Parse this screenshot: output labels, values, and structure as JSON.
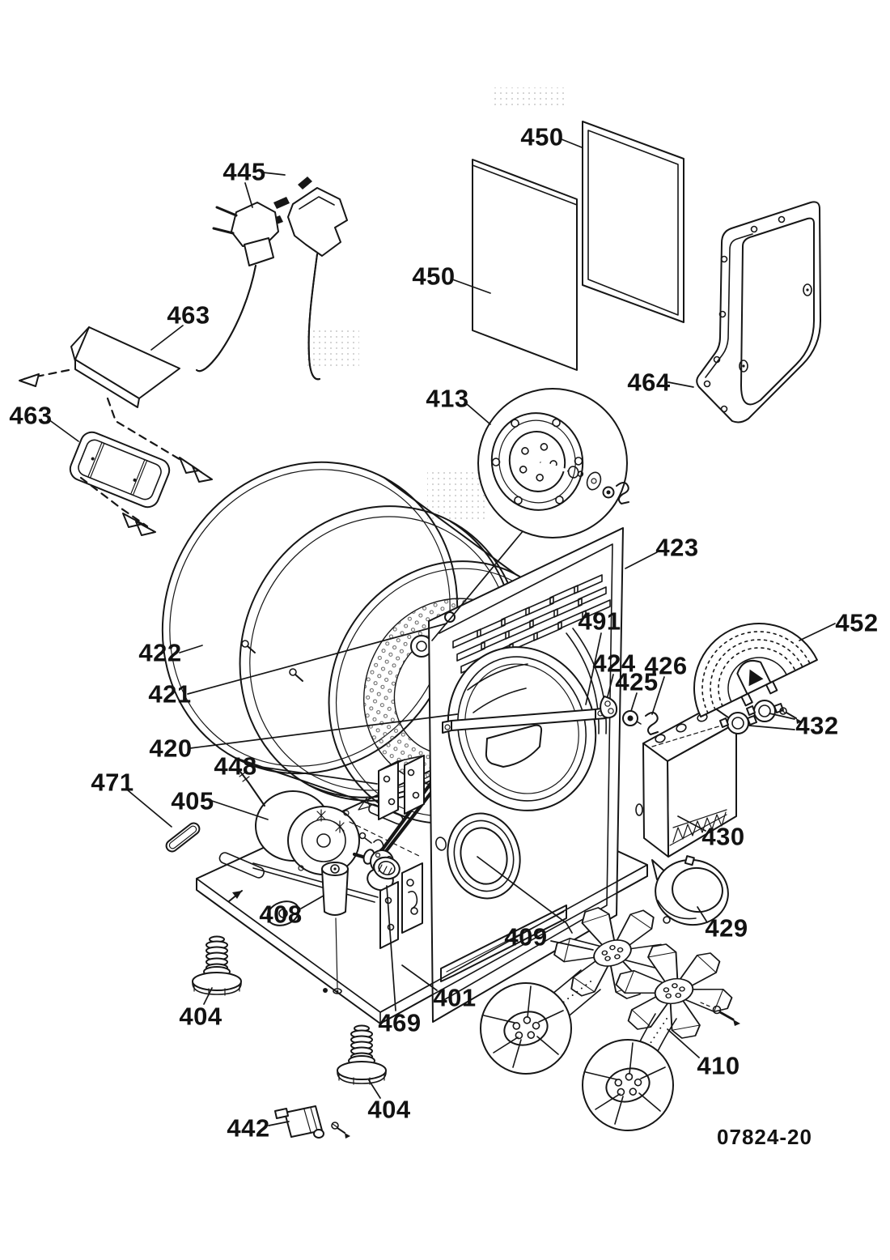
{
  "figure": {
    "drawing_code": "07824-20",
    "part_labels": {
      "p445": "445",
      "p450_top": "450",
      "p450_left": "450",
      "p463_top": "463",
      "p463_left": "463",
      "p464": "464",
      "p413": "413",
      "p423": "423",
      "p452": "452",
      "p491": "491",
      "p424": "424",
      "p425": "425",
      "p426": "426",
      "p432": "432",
      "p422": "422",
      "p421": "421",
      "p420": "420",
      "p448": "448",
      "p471": "471",
      "p405": "405",
      "p430": "430",
      "p429": "429",
      "p408": "408",
      "p409": "409",
      "p401": "401",
      "p469": "469",
      "p404_left": "404",
      "p404_right": "404",
      "p410": "410",
      "p442": "442"
    }
  }
}
